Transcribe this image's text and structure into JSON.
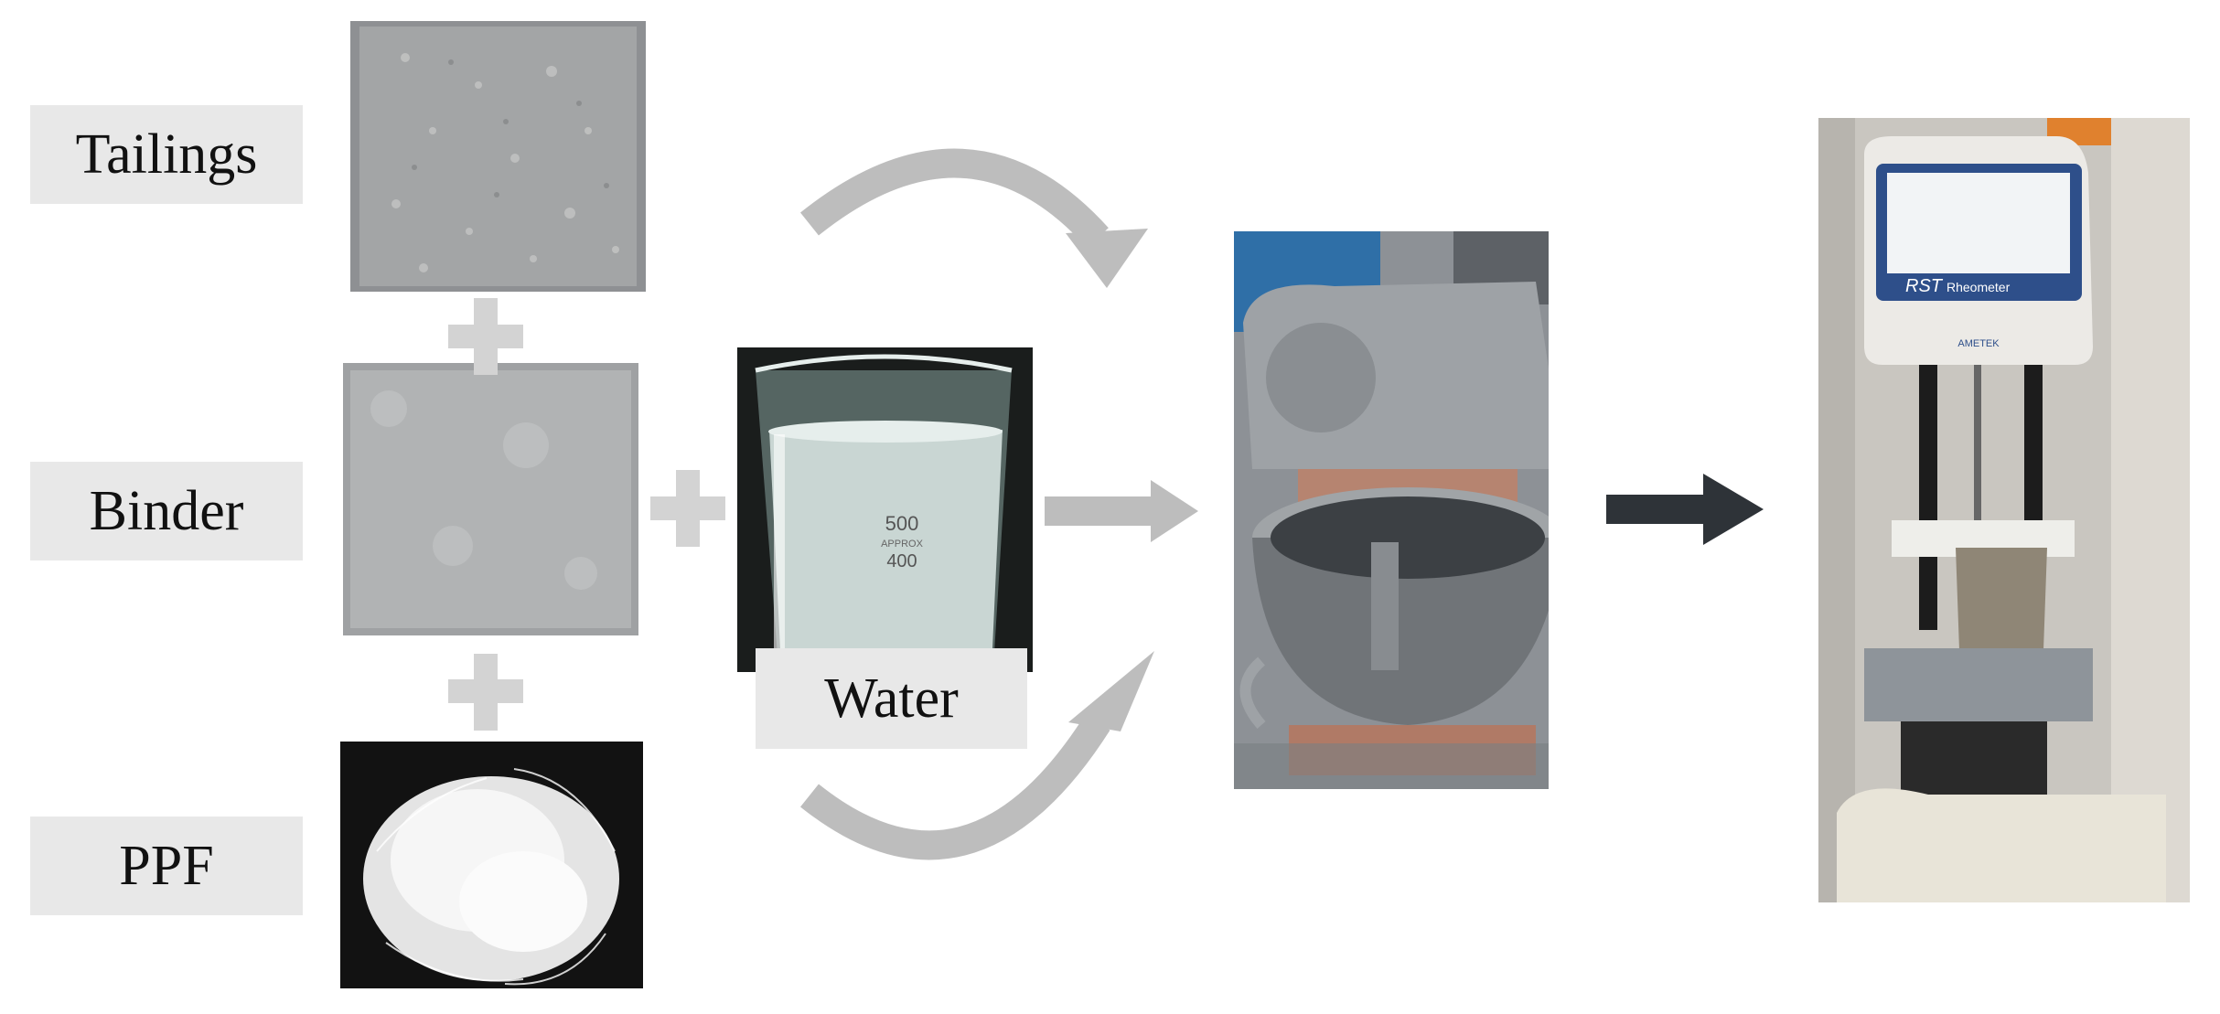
{
  "materials": [
    {
      "id": "tailings",
      "label": "Tailings"
    },
    {
      "id": "binder",
      "label": "Binder"
    },
    {
      "id": "ppf",
      "label": "PPF"
    }
  ],
  "water": {
    "label": "Water",
    "beaker_mark_500": "500",
    "beaker_mark_400": "400",
    "beaker_approx": "APPROX"
  },
  "rheometer": {
    "brand": "RST",
    "model": "Rheometer",
    "maker": "AMETEK"
  },
  "colors": {
    "light_arrow": "#bdbdbd",
    "dark_arrow": "#2e3338",
    "label_bg": "#e8e8e8"
  },
  "icons": [
    "plus-icon",
    "arrow-right-icon",
    "curved-arrow-icon"
  ]
}
